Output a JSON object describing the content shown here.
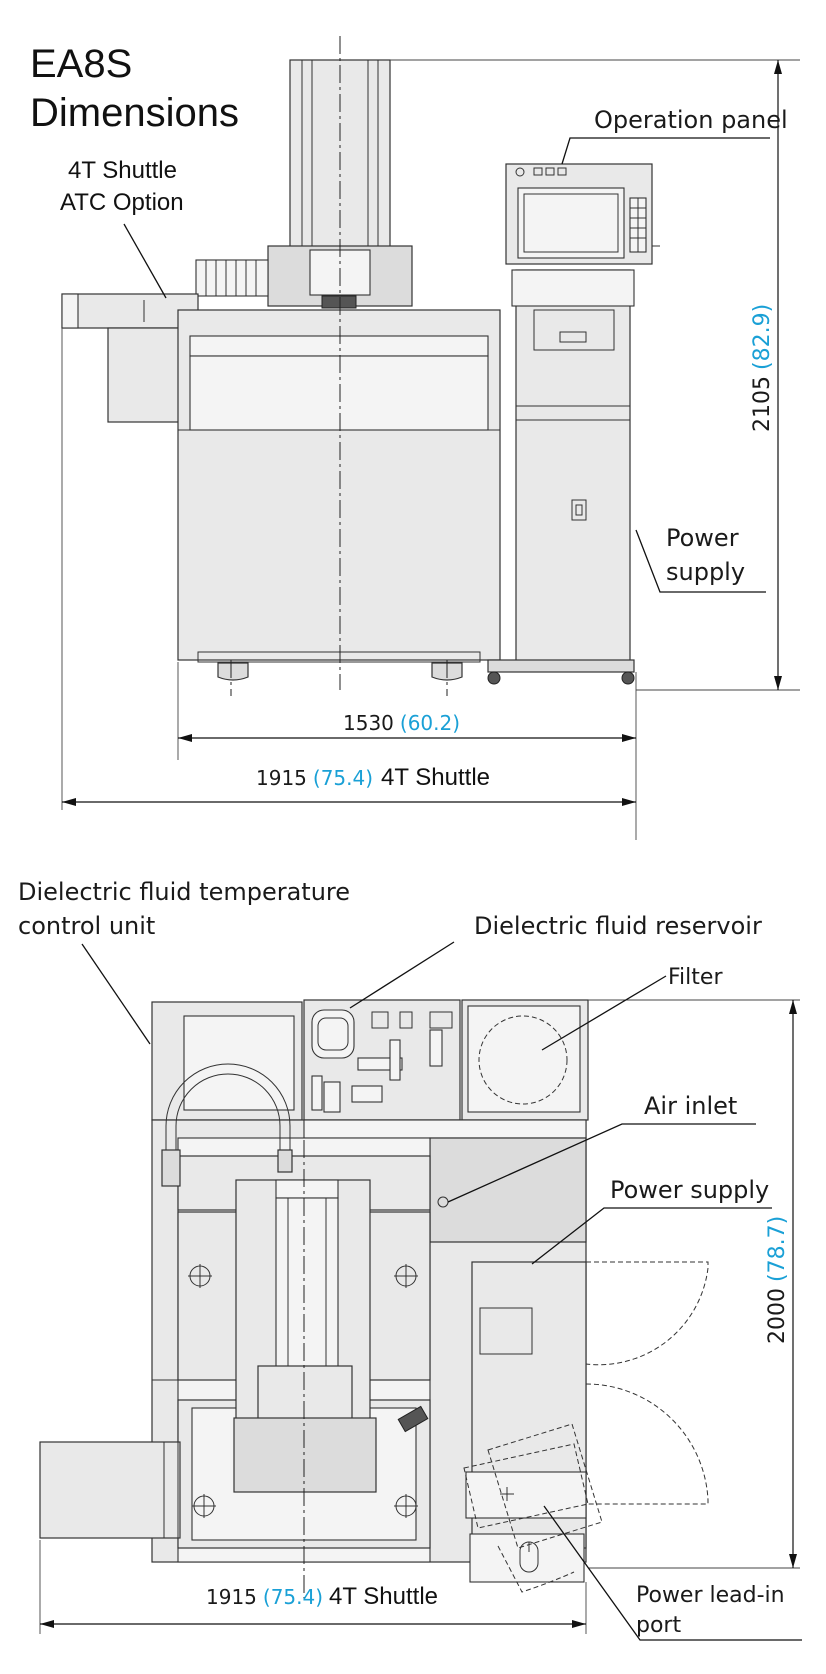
{
  "title": {
    "line1": "EA8S",
    "line2": "Dimensions"
  },
  "front_view": {
    "atc_label_line1": "4T Shuttle",
    "atc_label_line2": "ATC Option",
    "operation_panel": "Operation panel",
    "power_supply_line1": "Power",
    "power_supply_line2": "supply",
    "height_mm": "2105",
    "height_in": "(82.9)",
    "width_mm": "1530",
    "width_in": "(60.2)",
    "overall_mm": "1915",
    "overall_in": "(75.4)",
    "overall_suffix": "4T Shuttle"
  },
  "top_view": {
    "temp_unit_line1": "Dielectric fluid temperature",
    "temp_unit_line2": "control unit",
    "reservoir": "Dielectric fluid reservoir",
    "filter": "Filter",
    "air_inlet": "Air inlet",
    "power_supply": "Power supply",
    "depth_mm": "2000",
    "depth_in": "(78.7)",
    "overall_mm": "1915",
    "overall_in": "(75.4)",
    "overall_suffix": "4T Shuttle",
    "lead_in_line1": "Power lead-in",
    "lead_in_line2": "port"
  },
  "colors": {
    "imperial_text": "#1aa0d6",
    "line": "#111111",
    "body_fill": "#e9e9e9"
  }
}
